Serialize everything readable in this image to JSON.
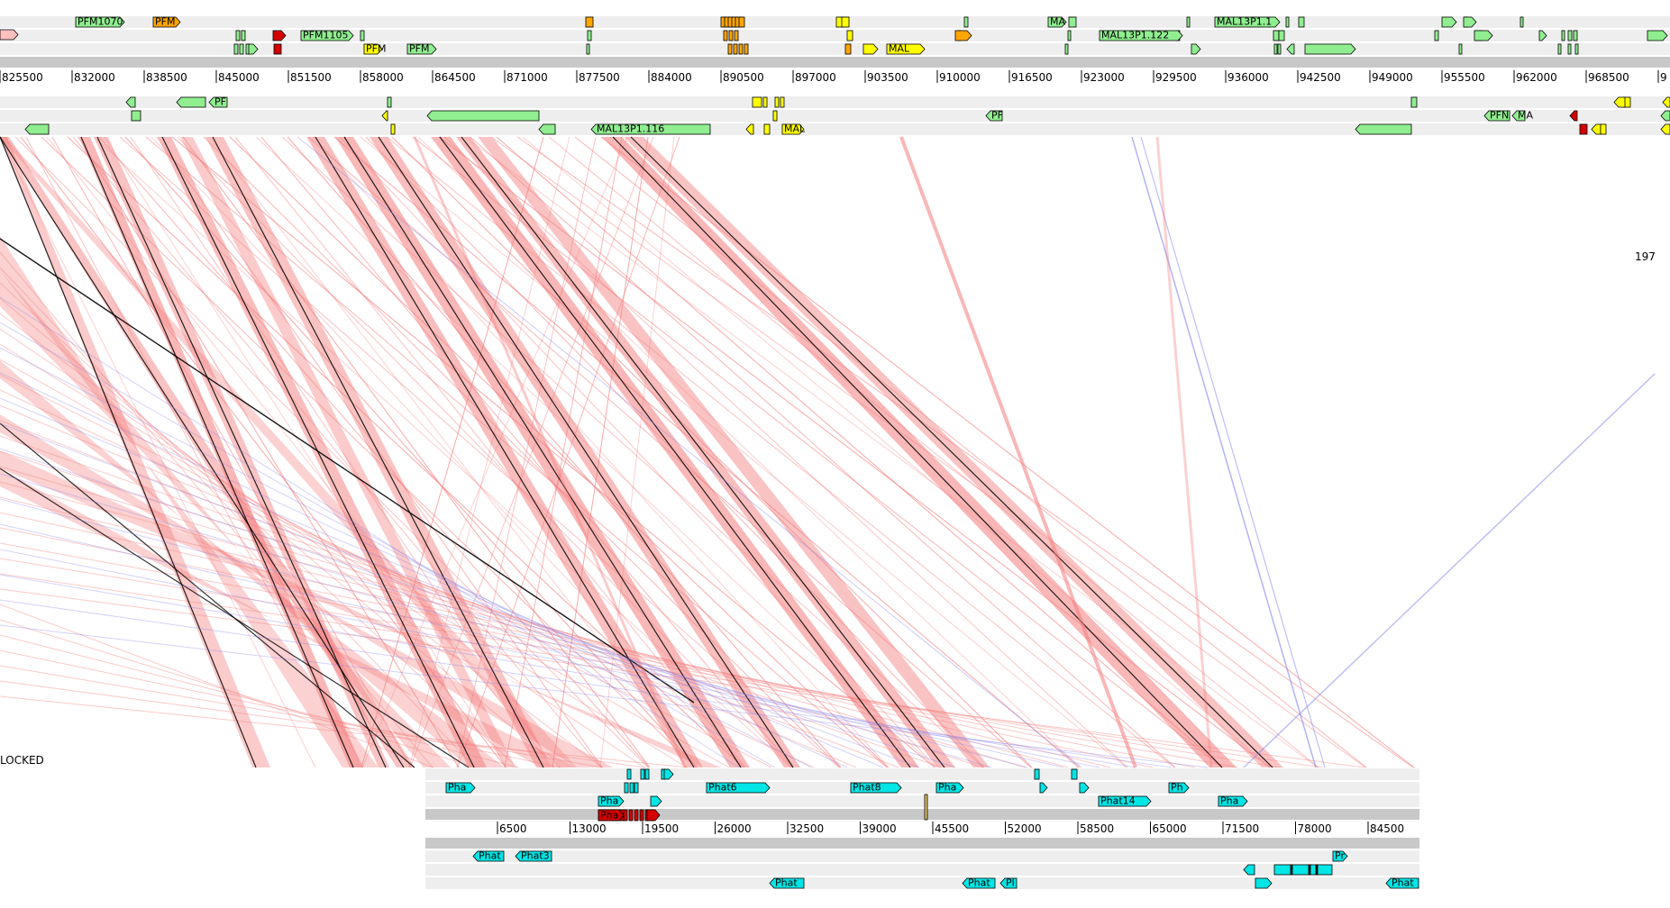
{
  "top_panel": {
    "ruler_ticks": [
      "825500",
      "832000",
      "838500",
      "845000",
      "851500",
      "858000",
      "864500",
      "871000",
      "877500",
      "884000",
      "890500",
      "897000",
      "903500",
      "910000",
      "916500",
      "923000",
      "929500",
      "936000",
      "942500",
      "949000",
      "955500",
      "962000",
      "968500",
      "9"
    ],
    "features": [
      {
        "label": "PFM1070",
        "color": "#90ee90",
        "lane": "f1"
      },
      {
        "label": "PFM",
        "color": "#ffa500",
        "lane": "f1"
      },
      {
        "label": "PFM1105",
        "color": "#90ee90",
        "lane": "f2"
      },
      {
        "label": "PFM",
        "color": "#ffff00",
        "lane": "f3"
      },
      {
        "label": "MAL",
        "color": "#ffff00",
        "lane": "f3"
      },
      {
        "label": "MA",
        "color": "#90ee90",
        "lane": "f1"
      },
      {
        "label": "MAL13P1.122",
        "color": "#90ee90",
        "lane": "f2"
      },
      {
        "label": "MAL13P1.1",
        "color": "#90ee90",
        "lane": "f1"
      },
      {
        "label": "PF",
        "color": "#90ee90",
        "lane": "r1"
      },
      {
        "label": "MAL13P1.116",
        "color": "#90ee90",
        "lane": "r3"
      },
      {
        "label": "MAL",
        "color": "#ffff00",
        "lane": "r3"
      },
      {
        "label": "PFN",
        "color": "#90ee90",
        "lane": "r2"
      },
      {
        "label": "MA",
        "color": "#90ee90",
        "lane": "r2"
      },
      {
        "label": "PF",
        "color": "#90ee90",
        "lane": "r2"
      }
    ]
  },
  "bottom_panel": {
    "ruler_ticks": [
      "6500",
      "13000",
      "19500",
      "26000",
      "32500",
      "39000",
      "45500",
      "52000",
      "58500",
      "65000",
      "71500",
      "78000",
      "84500"
    ],
    "features": [
      {
        "label": "Pha",
        "lane": "f2"
      },
      {
        "label": "Phat6",
        "lane": "f2"
      },
      {
        "label": "Phat8",
        "lane": "f2"
      },
      {
        "label": "Pha",
        "lane": "f2"
      },
      {
        "label": "Pha",
        "lane": "f3"
      },
      {
        "label": "Phat14",
        "lane": "f3"
      },
      {
        "label": "Ph",
        "lane": "f2"
      },
      {
        "label": "Pha",
        "lane": "f3"
      },
      {
        "label": "Pha",
        "lane": "seq"
      },
      {
        "label": "Phat",
        "lane": "r1"
      },
      {
        "label": "Phat3",
        "lane": "r1"
      },
      {
        "label": "Pr",
        "lane": "r1"
      },
      {
        "label": "Phat",
        "lane": "r3"
      },
      {
        "label": "Phat",
        "lane": "r3"
      },
      {
        "label": "Pl",
        "lane": "r3"
      },
      {
        "label": "Phat",
        "lane": "r3"
      }
    ]
  },
  "comparison": {
    "forward_match_color": "#f47b7b",
    "reverse_match_color": "#8080ee"
  },
  "status": {
    "locked_label": "LOCKED",
    "side_number": "197"
  }
}
